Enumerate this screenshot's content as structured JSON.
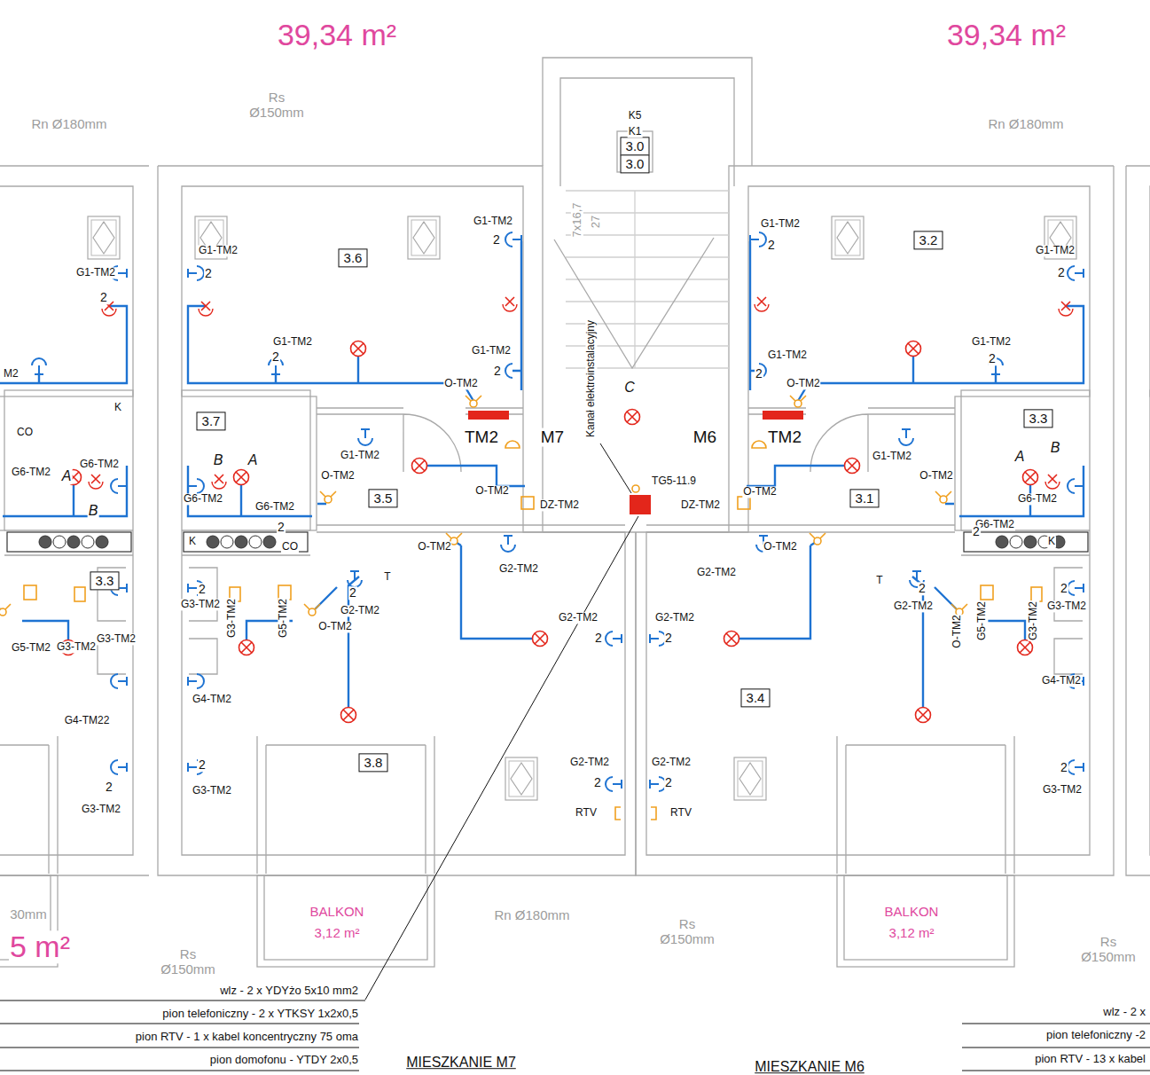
{
  "diagram": {
    "nodes": [
      {
        "text": [
          "3.0"
        ]
      },
      {
        "text": [
          "3.0"
        ]
      },
      {
        "text": [
          "3.6"
        ]
      },
      {
        "text": [
          "3.7"
        ]
      },
      {
        "text": [
          "3.5"
        ]
      },
      {
        "text": [
          "3.3"
        ]
      },
      {
        "text": [
          "3.8"
        ]
      },
      {
        "text": [
          "3.2"
        ]
      },
      {
        "text": [
          "3.3"
        ]
      },
      {
        "text": [
          "3.1"
        ]
      },
      {
        "text": [
          "3.4"
        ]
      }
    ],
    "labels": [
      "39,34 m²",
      "39,34 m²",
      "Rs Ø150mm",
      "Rn Ø180mm",
      "Rn Ø180mm",
      "K5",
      "K1",
      "7x16,7",
      "27",
      "Kanał elektroinstalacyjny",
      "C",
      "TG5-11.9",
      "TM2",
      "M7",
      "M6",
      "TM2",
      "G1-TM2",
      "2",
      "G1-TM2",
      "2",
      "G1-TM2",
      "2",
      "G1-TM2",
      "2",
      "O-TM2",
      "G1-TM2",
      "B",
      "A",
      "G6-TM2",
      "G6-TM2",
      "2",
      "O-TM2",
      "O-TM2",
      "DZ-TM2",
      "K",
      "CO",
      "O-TM2",
      "G2-TM2",
      "2",
      "G3-TM2",
      "G3-TM2",
      "G5-TM2",
      "2",
      "G2-TM2",
      "T",
      "O-TM2",
      "G2-TM2",
      "2",
      "G2-TM2",
      "2",
      "G4-TM2",
      "2",
      "G3-TM2",
      "G2-TM2",
      "2",
      "G2-TM2",
      "2",
      "RTV",
      "RTV",
      "M2",
      "G1-TM2",
      "2",
      "K",
      "CO",
      "G6-TM2",
      "A",
      "G6-TM2",
      "B",
      "G5-TM2",
      "G3-TM2",
      "G3-TM2",
      "G4-TM22",
      "2",
      "G3-TM2",
      "G1-TM2",
      "2",
      "G1-TM2",
      "2",
      "G1-TM2",
      "2",
      "G1-TM2",
      "2",
      "O-TM2",
      "G1-TM2",
      "A",
      "B",
      "O-TM2",
      "G6-TM2",
      "O-TM2",
      "DZ-TM2",
      "G6-TM2",
      "2",
      "K",
      "O-TM2",
      "G2-TM2",
      "T",
      "2",
      "G2-TM2",
      "O-TM2",
      "G5-TM2",
      "G3-TM2",
      "2",
      "G3-TM2",
      "G4-TM2",
      "2",
      "G3-TM2",
      "BALKON",
      "3,12 m²",
      "BALKON",
      "3,12 m²",
      "30mm",
      "5 m²",
      "Rn Ø180mm",
      "Rs Ø150mm",
      "Rs Ø150mm",
      "Rs Ø150mm",
      "wlz - 2 x YDYżo 5x10 mm2",
      "pion telefoniczny - 2 x YTKSY 1x2x0,5",
      "pion RTV - 1 x kabel koncentryczny 75 oma",
      "pion domofonu - YTDY 2x0,5",
      "MIESZKANIE M7",
      "MIESZKANIE M6",
      "wlz - 2 x",
      "pion telefoniczny -2",
      "pion RTV - 13 x kabel"
    ]
  }
}
